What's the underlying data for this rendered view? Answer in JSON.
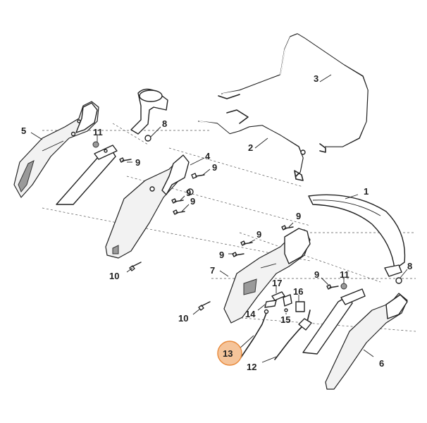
{
  "callouts": [
    {
      "id": "1",
      "label": "1"
    },
    {
      "id": "2",
      "label": "2"
    },
    {
      "id": "3",
      "label": "3"
    },
    {
      "id": "4",
      "label": "4"
    },
    {
      "id": "5",
      "label": "5"
    },
    {
      "id": "6",
      "label": "6"
    },
    {
      "id": "7",
      "label": "7"
    },
    {
      "id": "8a",
      "label": "8"
    },
    {
      "id": "8b",
      "label": "8"
    },
    {
      "id": "9a",
      "label": "9"
    },
    {
      "id": "9b",
      "label": "9"
    },
    {
      "id": "9c",
      "label": "9"
    },
    {
      "id": "9d",
      "label": "9"
    },
    {
      "id": "9e",
      "label": "9"
    },
    {
      "id": "9f",
      "label": "9"
    },
    {
      "id": "9g",
      "label": "9"
    },
    {
      "id": "9h",
      "label": "9"
    },
    {
      "id": "10a",
      "label": "10"
    },
    {
      "id": "10b",
      "label": "10"
    },
    {
      "id": "11a",
      "label": "11"
    },
    {
      "id": "11b",
      "label": "11"
    },
    {
      "id": "12",
      "label": "12"
    },
    {
      "id": "13",
      "label": "13"
    },
    {
      "id": "14",
      "label": "14"
    },
    {
      "id": "15",
      "label": "15"
    },
    {
      "id": "16",
      "label": "16"
    },
    {
      "id": "17",
      "label": "17"
    }
  ],
  "highlight": {
    "label": "13",
    "color": "#f5c49a",
    "border": "#e8893a"
  }
}
